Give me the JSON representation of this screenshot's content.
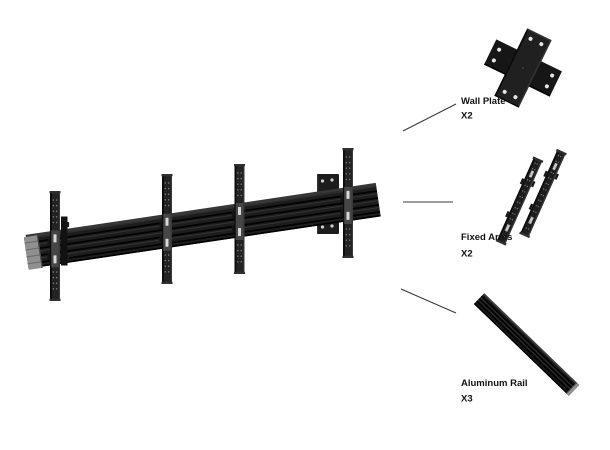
{
  "diagram": {
    "kind": "product parts diagram",
    "assembly": {
      "visible_arm_count": 4
    }
  },
  "parts": [
    {
      "name": "wall-plate",
      "label": "Wall Plate",
      "quantity": "X2"
    },
    {
      "name": "fixed-arms",
      "label": "Fixed Arms",
      "quantity": "X2"
    },
    {
      "name": "aluminum-rail",
      "label": "Aluminum Rail",
      "quantity": "X3"
    }
  ],
  "colors": {
    "background": "#ffffff",
    "part_black": "#1b1b1b",
    "end_cap_gray": "#909090",
    "label_text": "#111111",
    "leader_line": "#3a3a3a"
  }
}
